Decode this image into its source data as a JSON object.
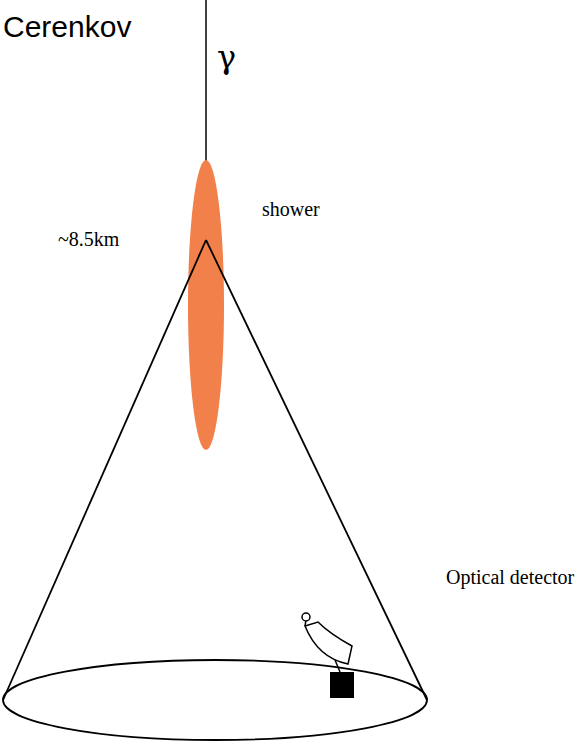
{
  "diagram": {
    "labels": [
      "Cerenkov",
      "γ",
      "shower",
      "~8.5km",
      "Optical detector"
    ]
  }
}
